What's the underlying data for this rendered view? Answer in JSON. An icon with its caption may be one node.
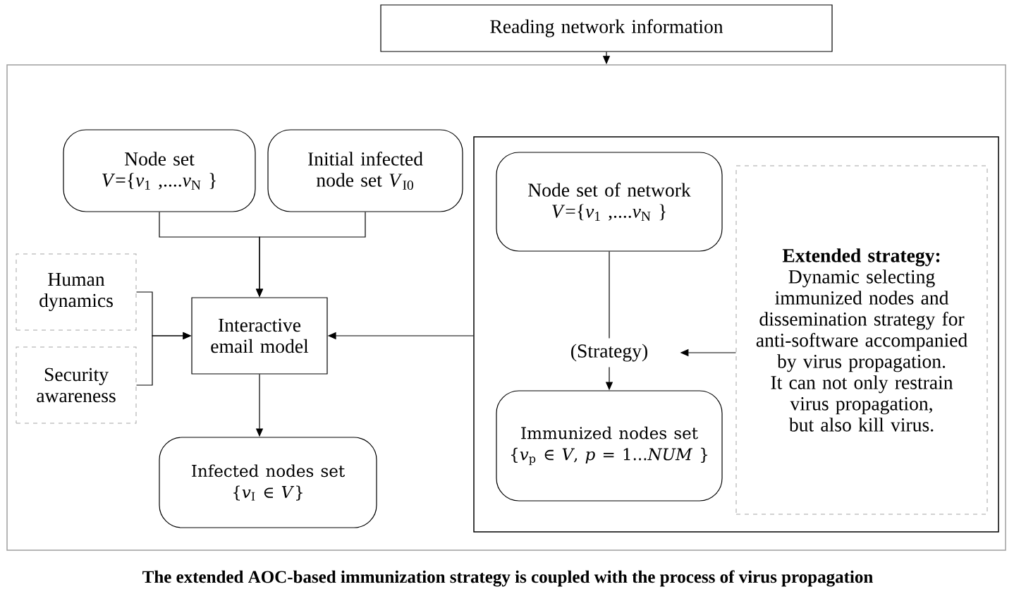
{
  "diagram": {
    "caption": "The extended AOC-based immunization strategy is coupled with the process of virus propagation",
    "nodes": [
      {
        "text": [
          "Reading network information"
        ]
      },
      {
        "text": [],
        "shape": "box"
      },
      {
        "text": [
          "Node set",
          "*V*={*v*$_{1}$ ,....*v*$_{N}$ }"
        ],
        "in": 1
      },
      {
        "text": [
          "Initial infected node set *V*$_{I0}$"
        ],
        "in": 1
      },
      {
        "text": [
          "Human dynamics"
        ],
        "in": 1
      },
      {
        "text": [
          "Security awareness"
        ],
        "in": 1
      },
      {
        "text": [
          "Interactive email model"
        ],
        "in": 1
      },
      {
        "text": [
          "Infected nodes set",
          "{*v*$_{I}$ ∈ *V*}"
        ],
        "in": 1
      },
      {
        "text": [],
        "shape": "box",
        "in": 1
      },
      {
        "text": [
          "Node set of network",
          "*V*={*v*$_{1}$ ,....*v*$_{N}$ }"
        ],
        "in": 8
      },
      {
        "text": [
          "(Strategy)"
        ],
        "in": 8
      },
      {
        "text": [
          "Immunized nodes set",
          "{*v*$_{p}$ ∈ *V*, *p* = 1...*NUM* }"
        ],
        "in": 8
      },
      {
        "text": [
          "Extended strategy:",
          "Dynamic selecting immunized nodes and dissemination strategy for anti-software accompanied by virus propagation. It can not only restrain virus propagation, but also kill virus."
        ],
        "in": 8
      }
    ],
    "edges": [
      {
        "from": 0,
        "to": 1,
        "arrow": "to"
      },
      {
        "from": 2,
        "to": 6,
        "arrow": "to"
      },
      {
        "from": 3,
        "to": 6,
        "arrow": "to"
      },
      {
        "from": 4,
        "to": 6,
        "arrow": "to"
      },
      {
        "from": 5,
        "to": 6,
        "arrow": "to"
      },
      {
        "from": 6,
        "to": 7,
        "arrow": "to"
      },
      {
        "from": 8,
        "to": 6,
        "arrow": "to"
      },
      {
        "from": 9,
        "to": 10,
        "arrow": "none"
      },
      {
        "from": 10,
        "to": 11,
        "arrow": "to"
      },
      {
        "from": 12,
        "to": 10,
        "arrow": "to"
      }
    ]
  }
}
